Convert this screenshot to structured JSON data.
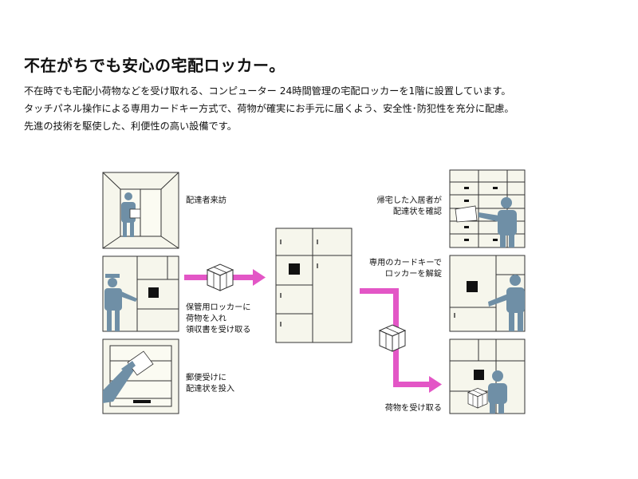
{
  "heading": "不在がちでも安心の宅配ロッカー。",
  "description": [
    "不在時でも宅配小荷物などを受け取れる、コンピューター 24時間管理の宅配ロッカーを1階に設置しています。",
    "タッチパネル操作による専用カードキー方式で、荷物が確実にお手元に届くよう、安全性･防犯性を充分に配慮。",
    "先進の技術を駆使した、利便性の高い設備です。"
  ],
  "steps_left": [
    {
      "lines": [
        "配達者来訪"
      ]
    },
    {
      "lines": [
        "保管用ロッカーに",
        "荷物を入れ",
        "領収書を受け取る"
      ]
    },
    {
      "lines": [
        "郵便受けに",
        "配達状を投入"
      ]
    }
  ],
  "steps_right": [
    {
      "lines": [
        "帰宅した入居者が",
        "配達状を確認"
      ]
    },
    {
      "lines": [
        "専用のカードキーで",
        "ロッカーを解錠"
      ]
    },
    {
      "lines": [
        "荷物を受け取る"
      ]
    }
  ],
  "colors": {
    "panel_fill": "#f6f6ec",
    "outline": "#333333",
    "person": "#6f8fa6",
    "arrow": "#e356c6"
  }
}
